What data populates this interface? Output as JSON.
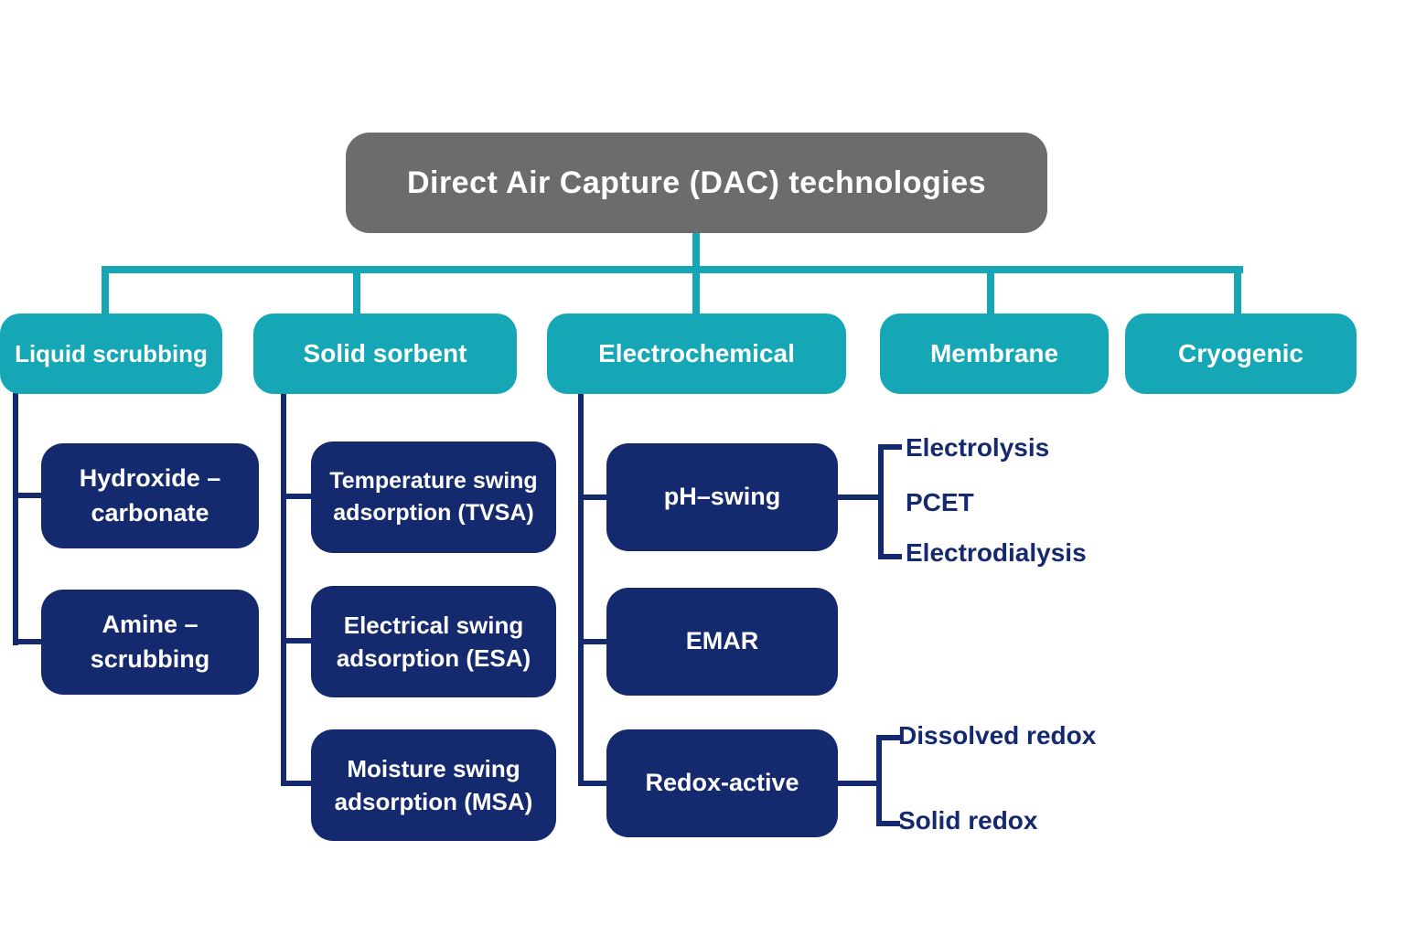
{
  "colors": {
    "teal": "#16A7B7",
    "navy": "#152A6E",
    "gray": "#6B6C6E",
    "background": "#FFFFFF",
    "node_text": "#FFFFFF"
  },
  "diagram": {
    "root": "Direct Air Capture (DAC) technologies",
    "categories": [
      {
        "label": "Liquid scrubbing",
        "children": [
          {
            "label": "Hydroxide – carbonate"
          },
          {
            "label": "Amine – scrubbing"
          }
        ]
      },
      {
        "label": "Solid sorbent",
        "children": [
          {
            "label": "Temperature swing adsorption (TVSA)"
          },
          {
            "label": "Electrical swing adsorption (ESA)"
          },
          {
            "label": "Moisture swing adsorption (MSA)"
          }
        ]
      },
      {
        "label": "Electrochemical",
        "children": [
          {
            "label": "pH–swing",
            "subitems": [
              "Electrolysis",
              "PCET",
              "Electrodialysis"
            ]
          },
          {
            "label": "EMAR"
          },
          {
            "label": "Redox-active",
            "subitems": [
              "Dissolved redox",
              "Solid redox"
            ]
          }
        ]
      },
      {
        "label": "Membrane"
      },
      {
        "label": "Cryogenic"
      }
    ]
  }
}
